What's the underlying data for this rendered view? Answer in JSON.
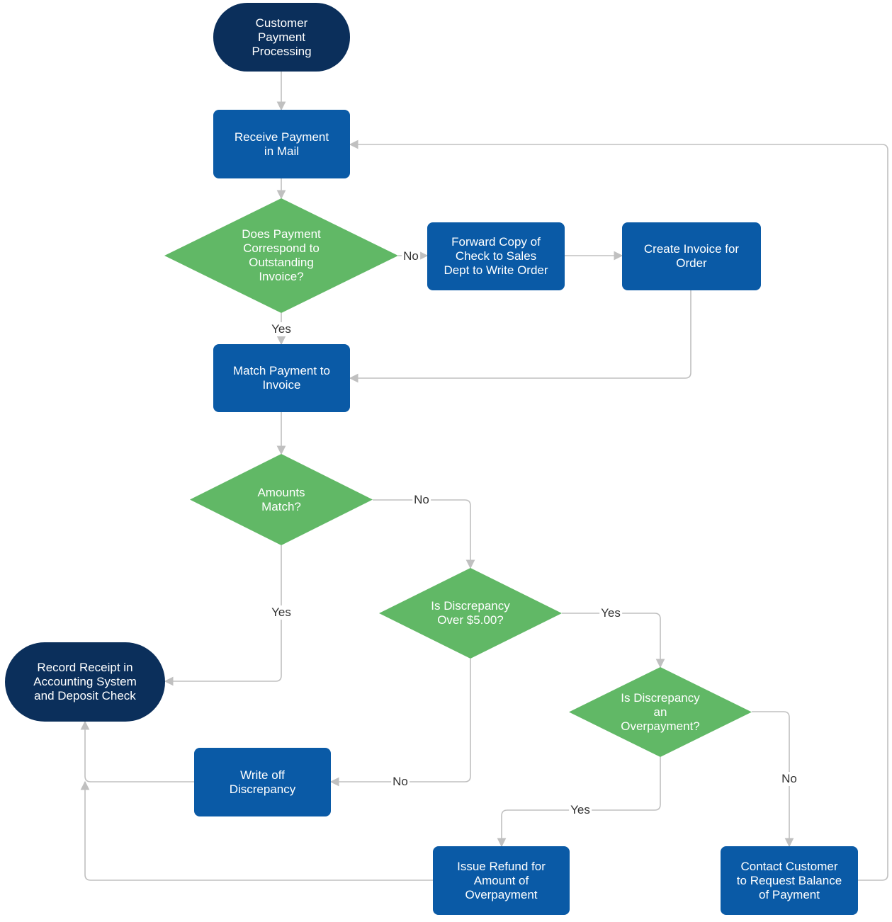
{
  "colors": {
    "terminal": "#0b2f5b",
    "process": "#0a5aa6",
    "decision": "#61b866",
    "connector": "#c0c0c0",
    "label_text": "#333333"
  },
  "nodes": {
    "start": "Customer\nPayment\nProcessing",
    "receive": "Receive Payment\nin Mail",
    "q_invoice": "Does Payment\nCorrespond to\nOutstanding\nInvoice?",
    "forward": "Forward Copy of\nCheck to Sales\nDept to Write Order",
    "create_invoice": "Create Invoice for\nOrder",
    "match": "Match Payment to\nInvoice",
    "q_amounts": "Amounts\nMatch?",
    "q_over5": "Is Discrepancy\nOver $5.00?",
    "q_overpay": "Is Discrepancy\nan\nOverpayment?",
    "record": "Record Receipt in\nAccounting System\nand Deposit Check",
    "write_off": "Write off\nDiscrepancy",
    "refund": "Issue Refund for\nAmount of\nOverpayment",
    "contact": "Contact Customer\nto Request Balance\nof Payment"
  },
  "edge_labels": {
    "invoice_no": "No",
    "invoice_yes": "Yes",
    "amounts_no": "No",
    "amounts_yes": "Yes",
    "over5_yes": "Yes",
    "over5_no": "No",
    "overpay_yes": "Yes",
    "overpay_no": "No"
  }
}
